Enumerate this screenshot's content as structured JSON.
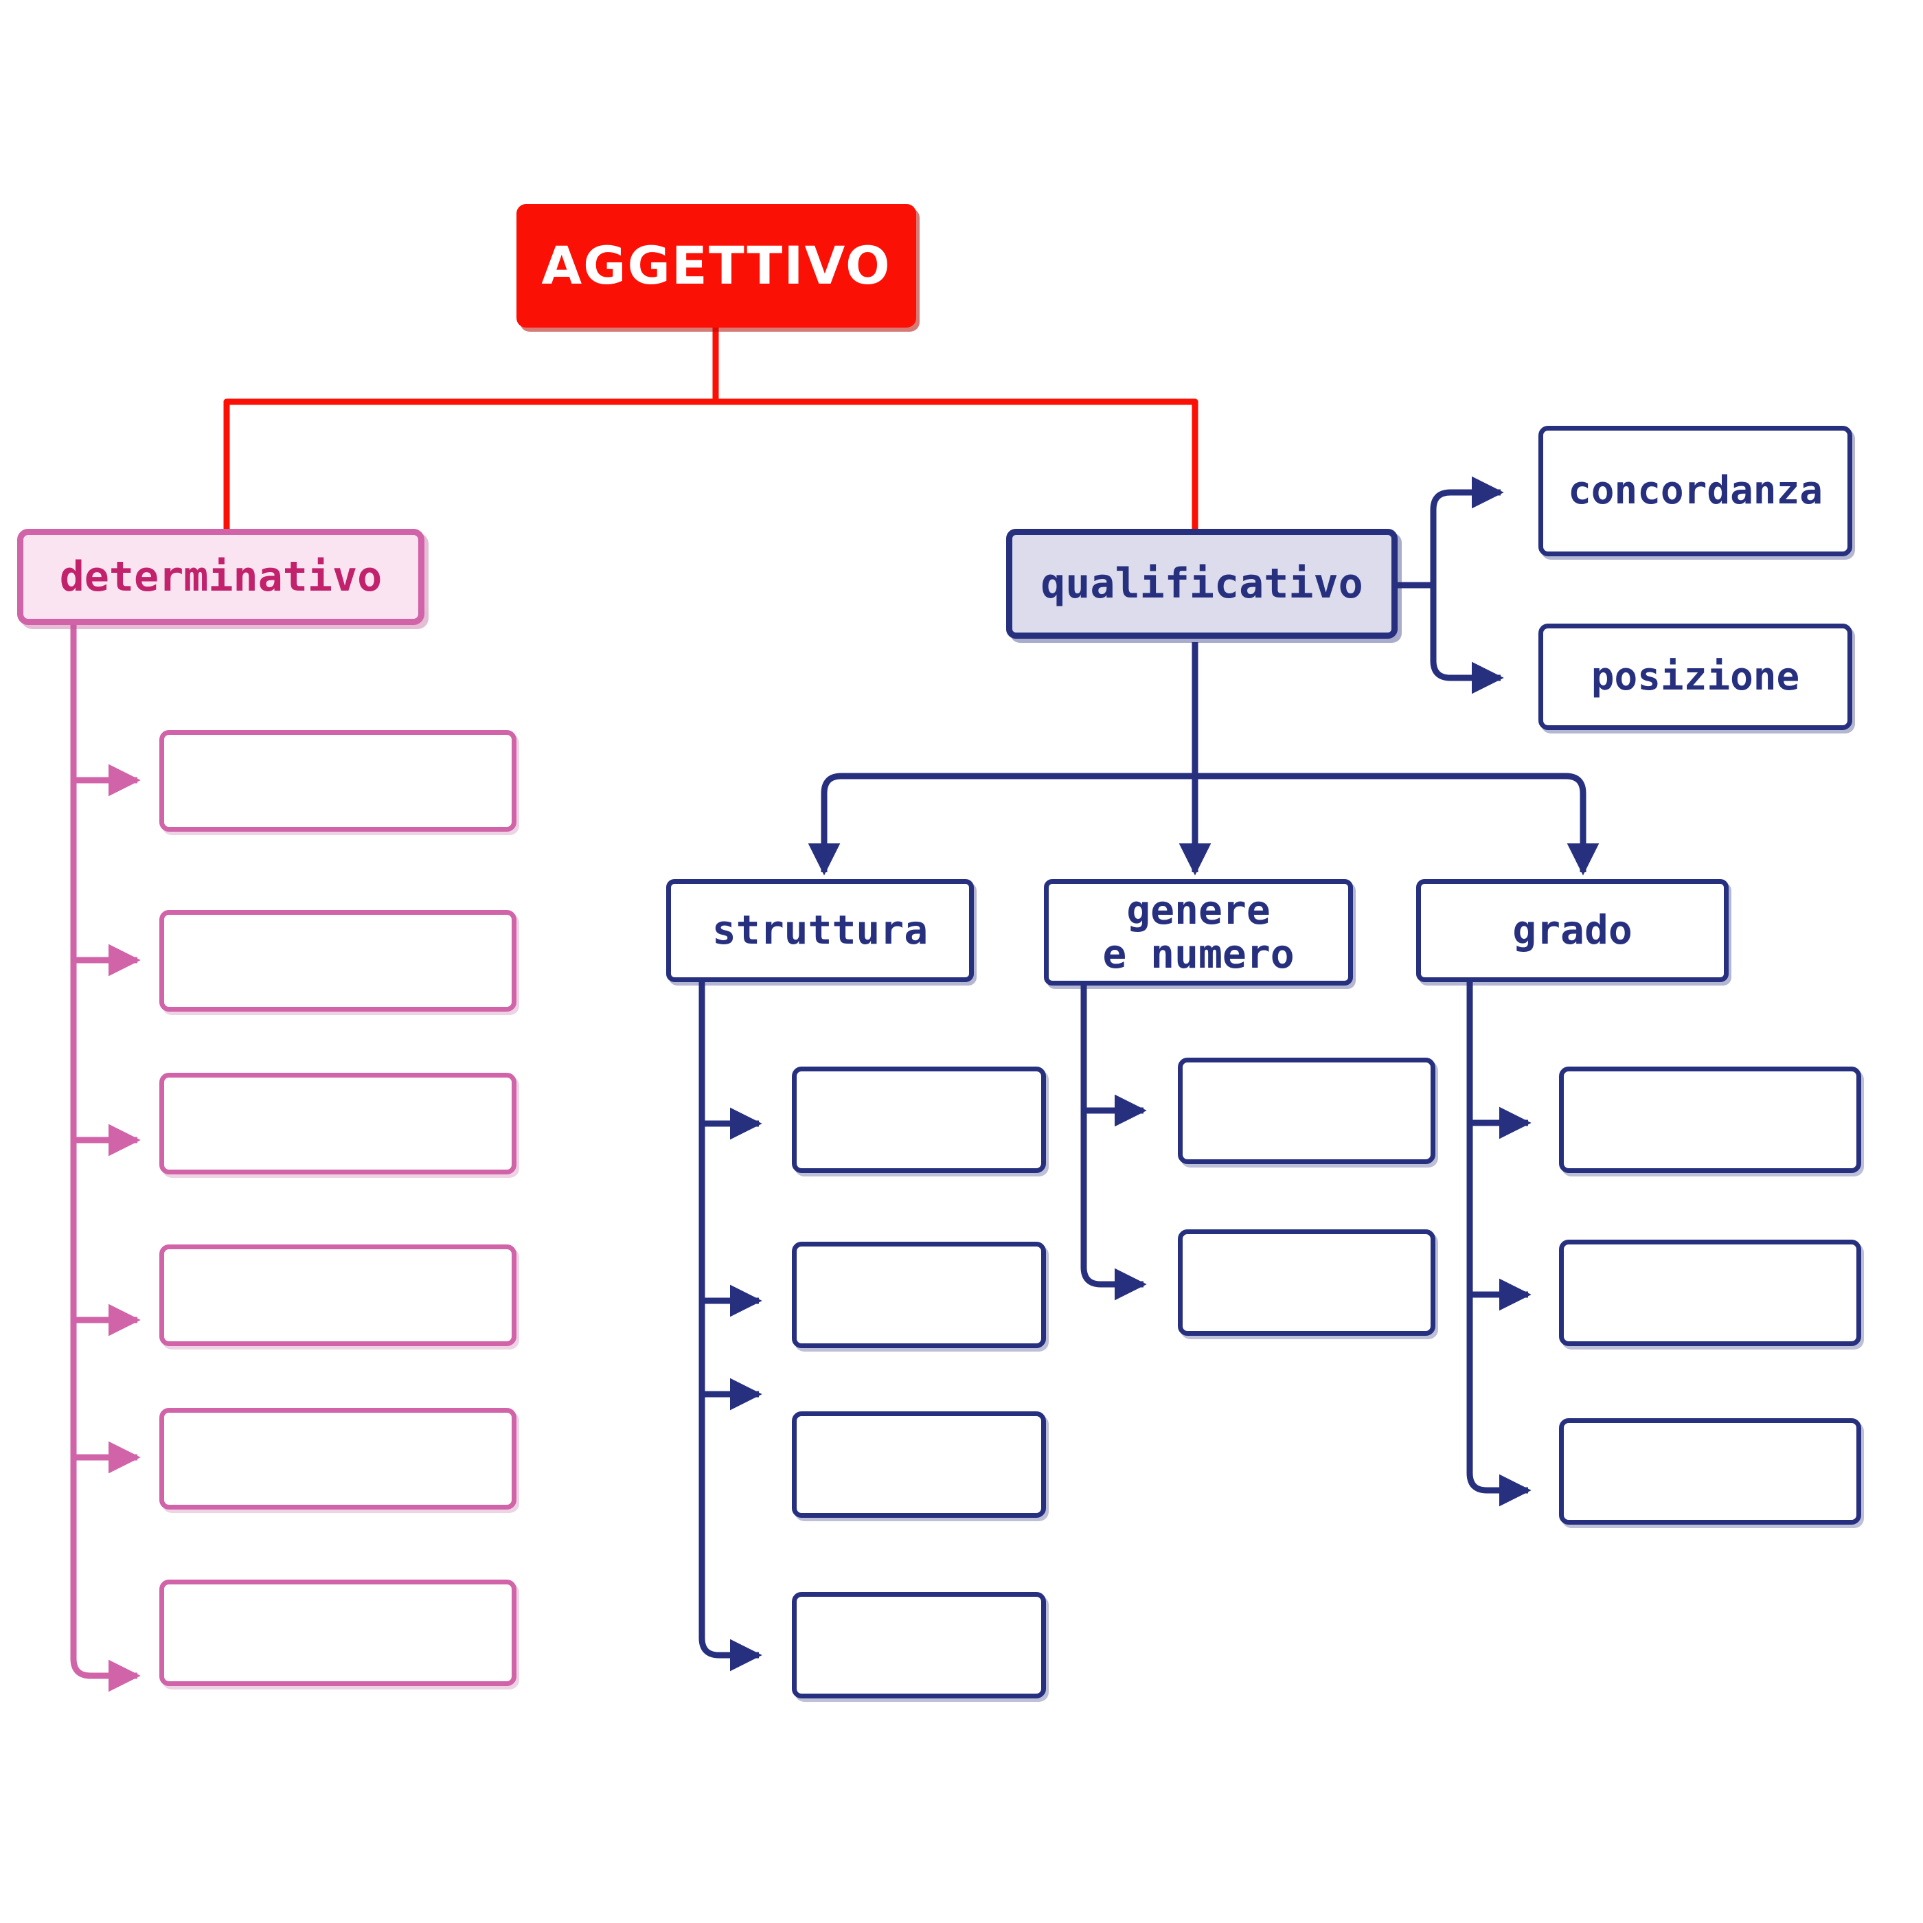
{
  "diagram": {
    "title": "AGGETTIVO",
    "language": "it",
    "type": "tree-diagram",
    "background": "#ffffff"
  },
  "colors": {
    "root_fill": "#fb1005",
    "root_text": "#ffffff",
    "pink_line": "#d163a8",
    "pink_text": "#c2216b",
    "pink_fill": "#fbe4f2",
    "navy_line": "#27307e",
    "navy_text": "#27307e",
    "navy_fill": "#dcdcec",
    "red_connector": "#fb1005",
    "box_fill": "#ffffff"
  },
  "nodes": {
    "root": {
      "label": "AGGETTIVO"
    },
    "determinativo": {
      "label": "determinativo"
    },
    "qualificativo": {
      "label": "qualificativo"
    },
    "concordanza": {
      "label": "concordanza"
    },
    "posizione": {
      "label": "posizione"
    },
    "struttura": {
      "label": "struttura"
    },
    "genere_numero": {
      "label": "genere\ne numero"
    },
    "grado": {
      "label": "grado"
    }
  },
  "empty_slots": {
    "determinativo": [
      "",
      "",
      "",
      "",
      "",
      ""
    ],
    "struttura": [
      "",
      "",
      "",
      ""
    ],
    "genere_numero": [
      "",
      ""
    ],
    "grado": [
      "",
      ""
    ]
  },
  "counts": {
    "determinativo_slots": 6,
    "struttura_slots": 4,
    "genere_numero_slots": 2,
    "grado_slots": 3
  }
}
